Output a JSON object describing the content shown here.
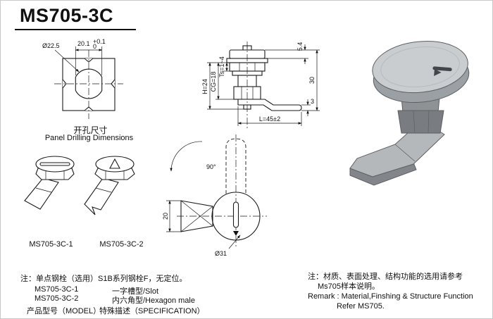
{
  "page": {
    "title": "MS705-3C"
  },
  "panel_drawing": {
    "dim_diameter": "Ø22.5",
    "dim_width": "20.1",
    "dim_width_tol_upper": "+0.1",
    "dim_width_tol_lower": "0",
    "caption_cn": "开孔尺寸",
    "caption_en": "Panel Drilling Dimensions"
  },
  "side_view": {
    "dim_head_height": "5.4",
    "dim_h": "H=24",
    "dim_cg": "CG=18",
    "dim_ts": "Ts=1~4",
    "dim_total_height": "30",
    "dim_cam_thickness": "3",
    "dim_length": "L=45±2"
  },
  "rotation_view": {
    "angle": "90°",
    "dim_cam_width": "20",
    "dim_circle": "Ø31"
  },
  "variants": {
    "variant1_label": "MS705-3C-1",
    "variant2_label": "MS705-3C-2"
  },
  "notes": {
    "left_note": "注：单点钢栓（选用）S1B系列钢栓F，无定位。",
    "right_note_cn_line1": "注：材质、表面处理、结构功能的选用请参考",
    "right_note_cn_line2": "Ms705样本说明。",
    "remark_en_line1": "Remark : Material,Finshing & Structure Function",
    "remark_en_line2": "Refer MS705."
  },
  "spec_table": {
    "rows": [
      {
        "model": "MS705-3C-1",
        "spec": "一字槽型/Slot"
      },
      {
        "model": "MS705-3C-2",
        "spec": "内六角型/Hexagon male"
      },
      {
        "model": "产品型号（MODEL）",
        "spec": "特殊描述（SPECIFICATION）"
      }
    ]
  },
  "colors": {
    "line": "#1a1a1a",
    "metal_light": "#c9cdd0",
    "metal_mid": "#9aa0a3",
    "metal_dark": "#797d81"
  }
}
